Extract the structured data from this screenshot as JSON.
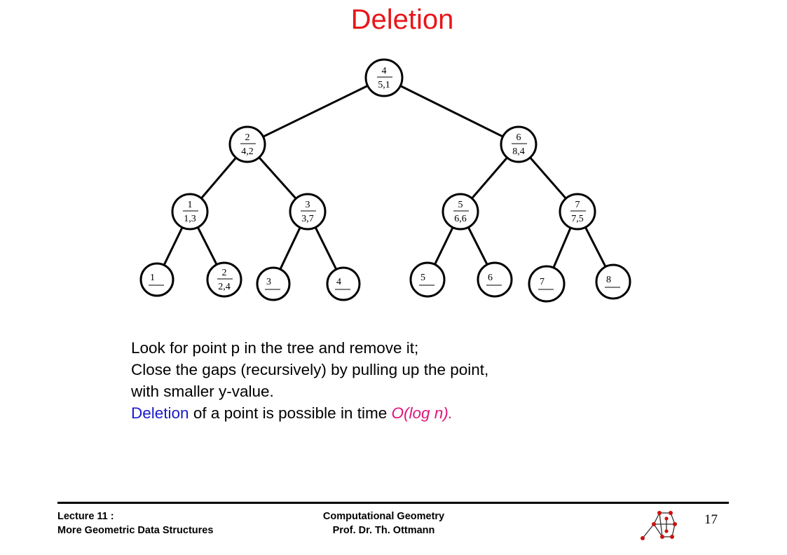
{
  "title": "Deletion",
  "tree": {
    "nodes": [
      {
        "id": "root",
        "top": "4",
        "bottom": "5,1"
      },
      {
        "id": "n2",
        "top": "2",
        "bottom": "4,2"
      },
      {
        "id": "n6",
        "top": "6",
        "bottom": "8,4"
      },
      {
        "id": "n1",
        "top": "1",
        "bottom": "1,3"
      },
      {
        "id": "n3",
        "top": "3",
        "bottom": "3,7"
      },
      {
        "id": "n5",
        "top": "5",
        "bottom": "6,6"
      },
      {
        "id": "n7",
        "top": "7",
        "bottom": "7,5"
      },
      {
        "id": "leaf1",
        "top": "1",
        "bottom": ""
      },
      {
        "id": "leaf2",
        "top": "2",
        "bottom": "2,4"
      },
      {
        "id": "leaf3",
        "top": "3",
        "bottom": ""
      },
      {
        "id": "leaf4",
        "top": "4",
        "bottom": ""
      },
      {
        "id": "leaf5",
        "top": "5",
        "bottom": ""
      },
      {
        "id": "leaf6",
        "top": "6",
        "bottom": ""
      },
      {
        "id": "leaf7",
        "top": "7",
        "bottom": ""
      },
      {
        "id": "leaf8",
        "top": "8",
        "bottom": ""
      }
    ],
    "edges": [
      [
        "root",
        "n2"
      ],
      [
        "root",
        "n6"
      ],
      [
        "n2",
        "n1"
      ],
      [
        "n2",
        "n3"
      ],
      [
        "n6",
        "n5"
      ],
      [
        "n6",
        "n7"
      ],
      [
        "n1",
        "leaf1"
      ],
      [
        "n1",
        "leaf2"
      ],
      [
        "n3",
        "leaf3"
      ],
      [
        "n3",
        "leaf4"
      ],
      [
        "n5",
        "leaf5"
      ],
      [
        "n5",
        "leaf6"
      ],
      [
        "n7",
        "leaf7"
      ],
      [
        "n7",
        "leaf8"
      ]
    ]
  },
  "body": {
    "line1": "Look for point p in the tree and remove it;",
    "line2": "Close the gaps (recursively) by pulling up the point,",
    "line3": "with smaller y-value.",
    "line4_a": "Deletion",
    "line4_b": " of a point is possible in time ",
    "line4_c": "O(log n)."
  },
  "footer": {
    "left_line1": "Lecture 11 :",
    "left_line2": "More Geometric Data Structures",
    "center_line1": "Computational Geometry",
    "center_line2": "Prof. Dr. Th. Ottmann",
    "page_number": "17"
  },
  "colors": {
    "title": "#e8161a",
    "highlight_blue": "#1a1acc",
    "highlight_magenta": "#e0157a",
    "logo_red": "#cc1111"
  }
}
